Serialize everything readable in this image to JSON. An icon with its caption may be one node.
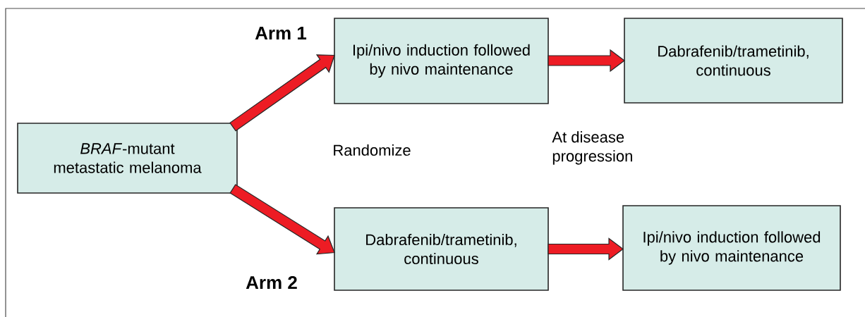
{
  "diagram": {
    "nodes": [
      {
        "text": [
          "*BRAF*-mutant metastatic melanoma"
        ]
      },
      {
        "text": [
          "Ipi/nivo induction followed by nivo maintenance"
        ]
      },
      {
        "text": [
          "Dabrafenib/trametinib, continuous"
        ]
      },
      {
        "text": [
          "Dabrafenib/trametinib, continuous"
        ]
      },
      {
        "text": [
          "Ipi/nivo induction followed by nivo maintenance"
        ]
      }
    ],
    "edges": [
      {
        "from": 0,
        "to": 1,
        "arrow": "to"
      },
      {
        "from": 0,
        "to": 3,
        "arrow": "to"
      },
      {
        "from": 1,
        "to": 2,
        "arrow": "to"
      },
      {
        "from": 3,
        "to": 4,
        "arrow": "to"
      }
    ],
    "labels": [
      "Arm 1",
      "Randomize",
      "At disease progression",
      "Arm 2"
    ]
  }
}
